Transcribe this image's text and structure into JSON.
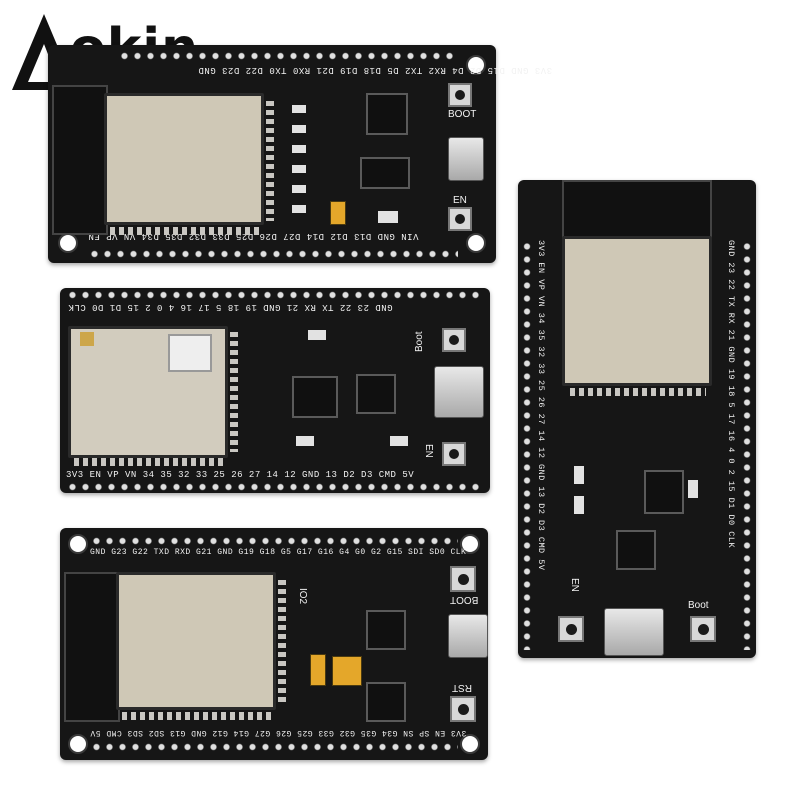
{
  "brand": {
    "name": "okin",
    "logo_letter": "A"
  },
  "boards": [
    {
      "top_pins": "3V3 GND D15 D2 D4 RX2 TX2 D5 D18 D19 D21 RX0 TX0 D22 D23 GND",
      "bottom_pins": "VIN GND D13 D12 D14 D27 D26 D25 D33 D32 D35 D34 VN VP EN",
      "button_1": "BOOT",
      "button_2": "EN"
    },
    {
      "top_pins": "GND 23 22 TX RX 21 GND 19 18 5 17 16 4 0 2 15 D1 D0 CLK",
      "bottom_pins": "3V3 EN VP VN 34 35 32 33 25 26 27 14 12 GND 13 D2 D3 CMD 5V",
      "button_1": "Boot",
      "button_2": "EN"
    },
    {
      "top_pins": "GND G23 G22 TXD RXD G21 GND G19 G18 G5 G17 G16 G4 G0 G2 G15 SDI SD0 CLK",
      "bottom_pins": "3V3 EN SP SN G34 G35 G32 G33 G25 G26 G27 G14 G12 GND G13 SD2 SD3 CMD 5V",
      "button_1": "BOOT",
      "button_2": "RST",
      "module_label": "IO2"
    },
    {
      "left_pins": "3V3 EN VP VN 34 35 32 33 25 26 27 14 12 GND 13 D2 D3 CMD 5V",
      "right_pins": "GND 23 22 TX RX 21 GND 19 18 5 17 16 4 0 2 15 D1 D0 CLK",
      "button_1": "EN",
      "button_2": "Boot"
    }
  ],
  "icons": [
    "aokin-logo",
    "usb-port-icon"
  ]
}
